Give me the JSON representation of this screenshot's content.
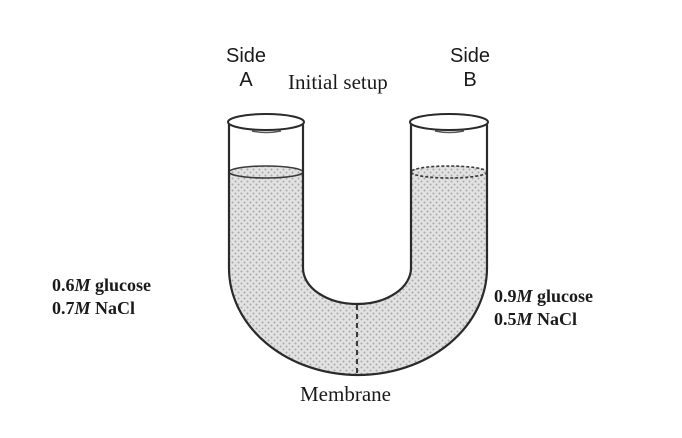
{
  "diagram": {
    "title": "Initial setup",
    "side_a": {
      "line1": "Side",
      "line2": "A"
    },
    "side_b": {
      "line1": "Side",
      "line2": "B"
    },
    "membrane_label": "Membrane",
    "side_a_solution": {
      "glucose_value": "0.6",
      "glucose_unit": "M",
      "glucose_name": " glucose",
      "nacl_value": "0.7",
      "nacl_unit": "M",
      "nacl_name": " NaCl"
    },
    "side_b_solution": {
      "glucose_value": "0.9",
      "glucose_unit": "M",
      "glucose_name": " glucose",
      "nacl_value": "0.5",
      "nacl_unit": "M",
      "nacl_name": " NaCl"
    },
    "colors": {
      "liquid_fill": "#d4d4d4",
      "stroke": "#2a2a2a"
    }
  }
}
